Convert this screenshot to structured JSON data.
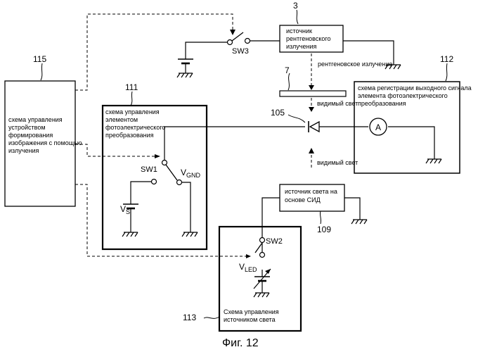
{
  "labels": {
    "ref_3": "3",
    "ref_115": "115",
    "ref_111": "111",
    "ref_112": "112",
    "ref_7": "7",
    "ref_105": "105",
    "ref_109": "109",
    "ref_113": "113",
    "sw1": "SW1",
    "sw2": "SW2",
    "sw3": "SW3",
    "vgnd_main": "V",
    "vgnd_sub": "GND",
    "vs_main": "V",
    "vs_sub": "S",
    "vled_main": "V",
    "vled_sub": "LED",
    "ammeter": "A",
    "xray_radiation": "рентгеновское излучение",
    "visible_light_1": "видимый свет",
    "visible_light_2": "видимый свет",
    "figure_caption": "Фиг. 12"
  },
  "blocks": {
    "block_115": [
      "схема управления",
      "устройством",
      "формирования",
      "изображения с помощью",
      "излучения"
    ],
    "block_111": [
      "схема управления",
      "элементом",
      "фотоэлектрического",
      "преобразования"
    ],
    "block_112": [
      "схема регистрации выходного сигнала",
      "элемента фотоэлектрического",
      "преобразования"
    ],
    "block_3": [
      "источник",
      "рентгеновского",
      "излучения"
    ],
    "block_109": [
      "источник света на",
      "основе СИД"
    ],
    "block_113": [
      "Схема управления",
      "источником света"
    ]
  }
}
